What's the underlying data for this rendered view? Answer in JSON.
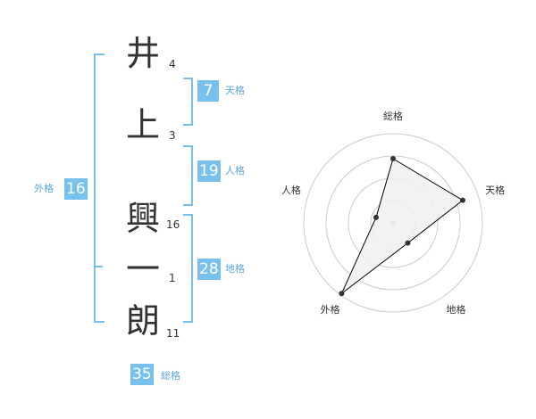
{
  "name_chars": [
    {
      "char": "井",
      "strokes": "4"
    },
    {
      "char": "上",
      "strokes": "3"
    },
    {
      "char": "興",
      "strokes": "16"
    },
    {
      "char": "一",
      "strokes": "1"
    },
    {
      "char": "朗",
      "strokes": "11"
    }
  ],
  "kakusu": {
    "tenkaku": {
      "value": "7",
      "label": "天格"
    },
    "jinkaku": {
      "value": "19",
      "label": "人格"
    },
    "chikaku": {
      "value": "28",
      "label": "地格"
    },
    "gaikaku": {
      "value": "16",
      "label": "外格"
    },
    "soukaku": {
      "value": "35",
      "label": "総格"
    }
  },
  "chart_data": {
    "type": "radar",
    "axes": [
      "総格",
      "天格",
      "地格",
      "外格",
      "人格"
    ],
    "values": [
      0.72,
      0.82,
      0.28,
      0.98,
      0.2
    ],
    "rings": 4,
    "colors": {
      "grid": "#cccccc",
      "fill": "#f0f0f0",
      "line": "#000000",
      "point": "#333333",
      "center": "#bbbbbb"
    }
  },
  "colors": {
    "accent": "#78c1ef",
    "label": "#5ba5d9",
    "text": "#333333"
  }
}
